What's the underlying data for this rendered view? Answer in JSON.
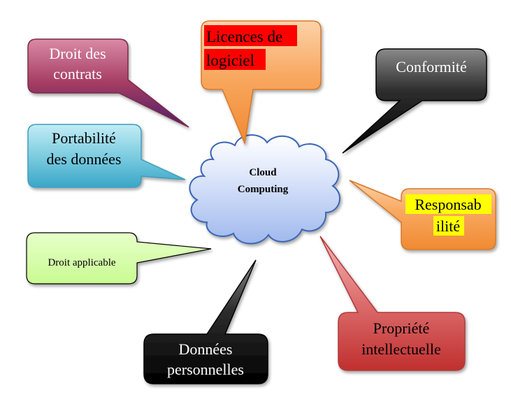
{
  "center": {
    "line1": "Cloud",
    "line2": "Computing"
  },
  "callouts": {
    "droit_contrats": {
      "line1": "Droit des",
      "line2": "contrats",
      "fill": "#9b2f55",
      "text_color": "#ffffff"
    },
    "licences": {
      "line1": "Licences de",
      "line2": "logiciel",
      "fill": "#f7a35c",
      "text_color": "#000000",
      "highlight": "#ff0000"
    },
    "conformite": {
      "line1": "Conformité",
      "fill": "#1f1f1f",
      "text_color": "#ffffff"
    },
    "portabilite": {
      "line1": "Portabilité",
      "line2": "des données",
      "fill": "#7ecae0",
      "text_color": "#000000"
    },
    "responsabilite": {
      "line1": "Responsab",
      "line2": "ilité",
      "fill": "#f7a35c",
      "text_color": "#000000",
      "highlight": "#ffff00"
    },
    "droit_applicable": {
      "line1": "Droit applicable",
      "fill": "#ccff99",
      "text_color": "#000000"
    },
    "propriete": {
      "line1": "Propriété",
      "line2": "intellectuelle",
      "fill": "#d96a6a",
      "text_color": "#000000"
    },
    "donnees_personnelles": {
      "line1": "Données",
      "line2": "personnelles",
      "fill": "#2a2a2a",
      "text_color": "#ffffff"
    }
  }
}
